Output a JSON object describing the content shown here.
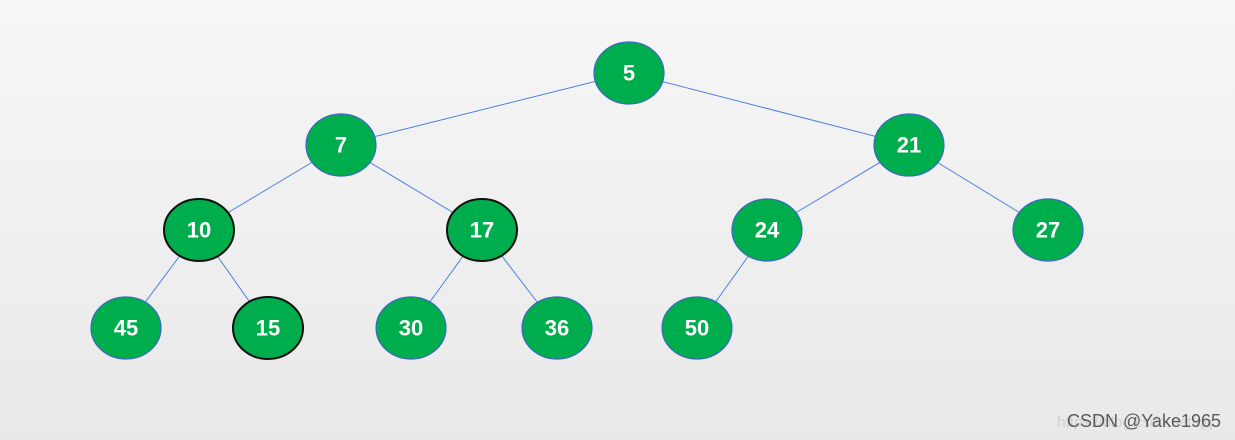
{
  "diagram": {
    "nodes": [
      {
        "id": "n5",
        "value": "5",
        "emphasis": false
      },
      {
        "id": "n7",
        "value": "7",
        "emphasis": false
      },
      {
        "id": "n21",
        "value": "21",
        "emphasis": false
      },
      {
        "id": "n10",
        "value": "10",
        "emphasis": true
      },
      {
        "id": "n17",
        "value": "17",
        "emphasis": true
      },
      {
        "id": "n24",
        "value": "24",
        "emphasis": false
      },
      {
        "id": "n27",
        "value": "27",
        "emphasis": false
      },
      {
        "id": "n45",
        "value": "45",
        "emphasis": false
      },
      {
        "id": "n15",
        "value": "15",
        "emphasis": true
      },
      {
        "id": "n30",
        "value": "30",
        "emphasis": false
      },
      {
        "id": "n36",
        "value": "36",
        "emphasis": false
      },
      {
        "id": "n50",
        "value": "50",
        "emphasis": false
      }
    ],
    "edges": [
      [
        "n5",
        "n7"
      ],
      [
        "n5",
        "n21"
      ],
      [
        "n7",
        "n10"
      ],
      [
        "n7",
        "n17"
      ],
      [
        "n21",
        "n24"
      ],
      [
        "n21",
        "n27"
      ],
      [
        "n10",
        "n45"
      ],
      [
        "n10",
        "n15"
      ],
      [
        "n17",
        "n30"
      ],
      [
        "n17",
        "n36"
      ],
      [
        "n24",
        "n50"
      ]
    ],
    "colors": {
      "node_fill": "#00ad4c",
      "node_outline": "#3c67c8",
      "emphasis_outline": "#111111",
      "edge": "#4f7fe0",
      "label": "#ffffff"
    }
  },
  "watermark": {
    "faint_text": "https://blog.csdn.net/qq",
    "text": "CSDN @Yake1965"
  }
}
